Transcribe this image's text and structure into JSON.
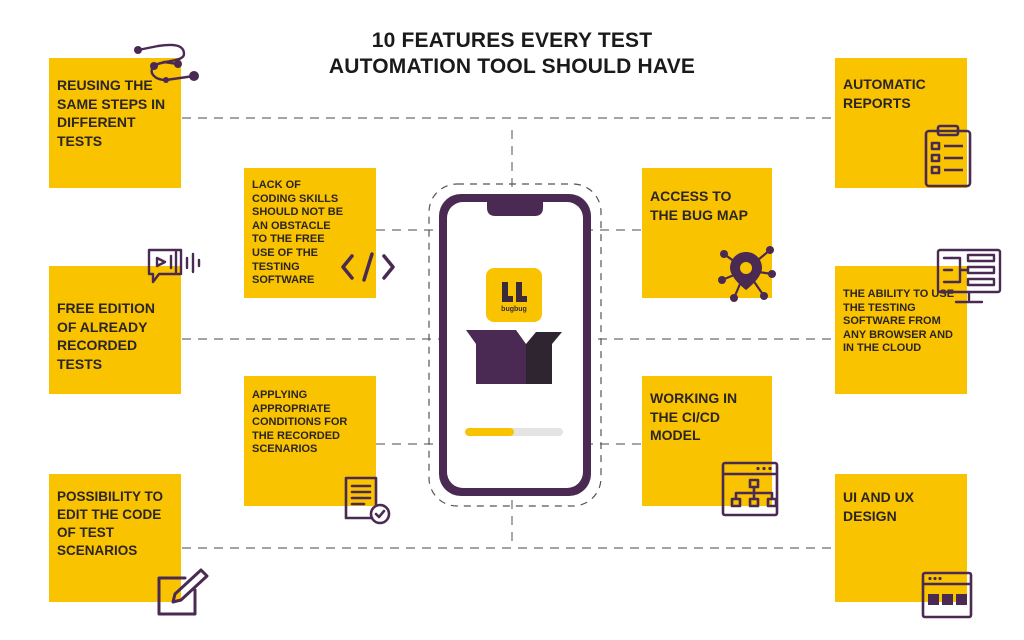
{
  "title_line1": "10 FEATURES EVERY TEST",
  "title_line2": "AUTOMATION TOOL SHOULD HAVE",
  "features": {
    "reusing_steps": "REUSING THE SAME STEPS IN DIFFERENT TESTS",
    "coding_skills": "LACK OF CODING SKILLS SHOULD NOT BE AN OBSTACLE TO THE FREE USE OF THE TESTING SOFTWARE",
    "free_edition": "FREE EDITION OF ALREADY RECORDED TESTS",
    "applying_conditions": "APPLYING APPROPRIATE CONDITIONS FOR THE RECORDED SCENARIOS",
    "edit_code": "POSSIBILITY TO EDIT THE CODE OF TEST SCENARIOS",
    "automatic_reports": "AUTOMATIC REPORTS",
    "bug_map": "ACCESS TO THE BUG MAP",
    "any_browser": "THE ABILITY TO USE THE TESTING SOFTWARE FROM ANY BROWSER AND IN THE CLOUD",
    "cicd": "WORKING IN THE CI/CD MODEL",
    "ui_ux": "UI AND UX DESIGN"
  },
  "logo_text": "bugbug",
  "progress": 0.5,
  "colors": {
    "yellow": "#f9c300",
    "purple": "#4a2a52",
    "dark": "#2b2525"
  }
}
